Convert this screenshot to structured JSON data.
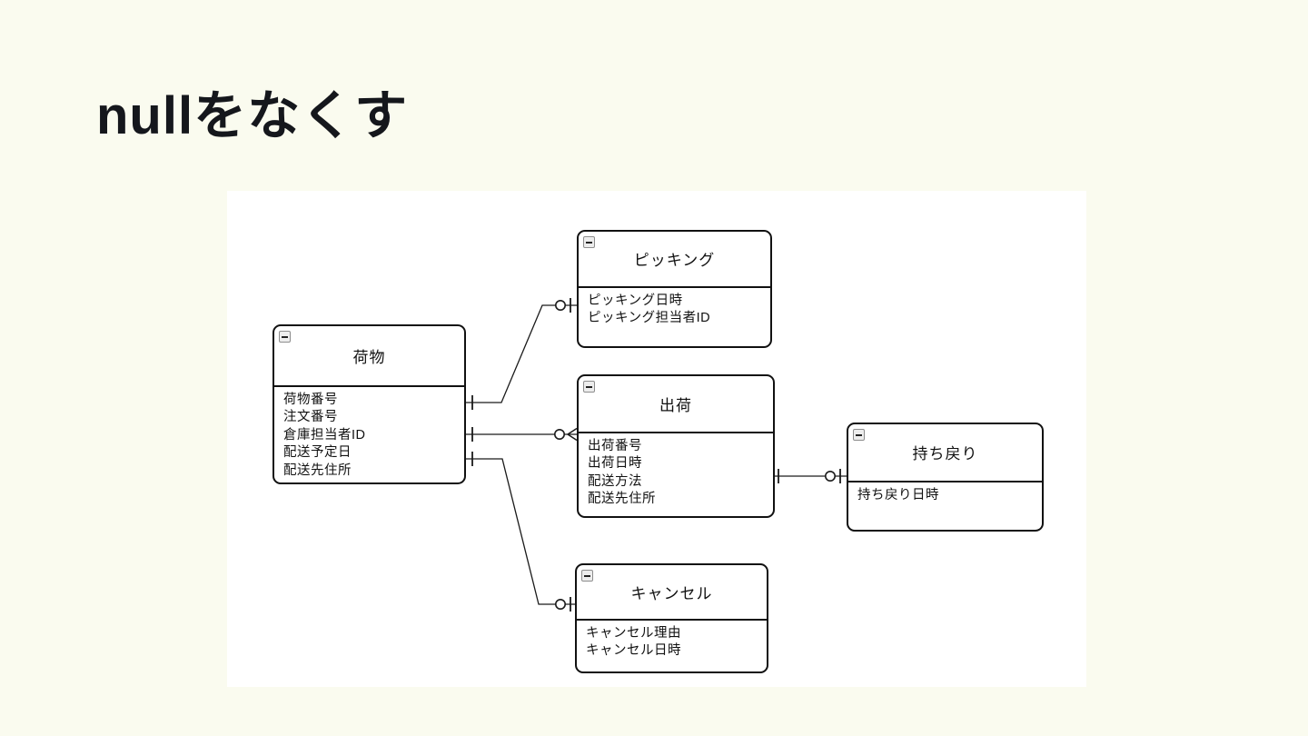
{
  "slide": {
    "title": "nullをなくす",
    "background_color": "#fafbef",
    "canvas_color": "#ffffff",
    "text_color": "#15171c"
  },
  "diagram": {
    "type": "entity-relationship",
    "line_color": "#1a1a1a",
    "icons": {
      "collapse": "minus-icon"
    },
    "entities": [
      {
        "name": "荷物",
        "fields": [
          "荷物番号",
          "注文番号",
          "倉庫担当者ID",
          "配送予定日",
          "配送先住所"
        ]
      },
      {
        "name": "ピッキング",
        "fields": [
          "ピッキング日時",
          "ピッキング担当者ID"
        ]
      },
      {
        "name": "出荷",
        "fields": [
          "出荷番号",
          "出荷日時",
          "配送方法",
          "配送先住所"
        ]
      },
      {
        "name": "持ち戻り",
        "fields": [
          "持ち戻り日時"
        ]
      },
      {
        "name": "キャンセル",
        "fields": [
          "キャンセル理由",
          "キャンセル日時"
        ]
      }
    ],
    "relationships": [
      {
        "from": "荷物",
        "to": "ピッキング",
        "from_cardinality": "one",
        "to_cardinality": "zero-or-one"
      },
      {
        "from": "荷物",
        "to": "出荷",
        "from_cardinality": "one",
        "to_cardinality": "zero-or-many"
      },
      {
        "from": "荷物",
        "to": "キャンセル",
        "from_cardinality": "one",
        "to_cardinality": "zero-or-one"
      },
      {
        "from": "出荷",
        "to": "持ち戻り",
        "from_cardinality": "one",
        "to_cardinality": "zero-or-one"
      }
    ]
  }
}
